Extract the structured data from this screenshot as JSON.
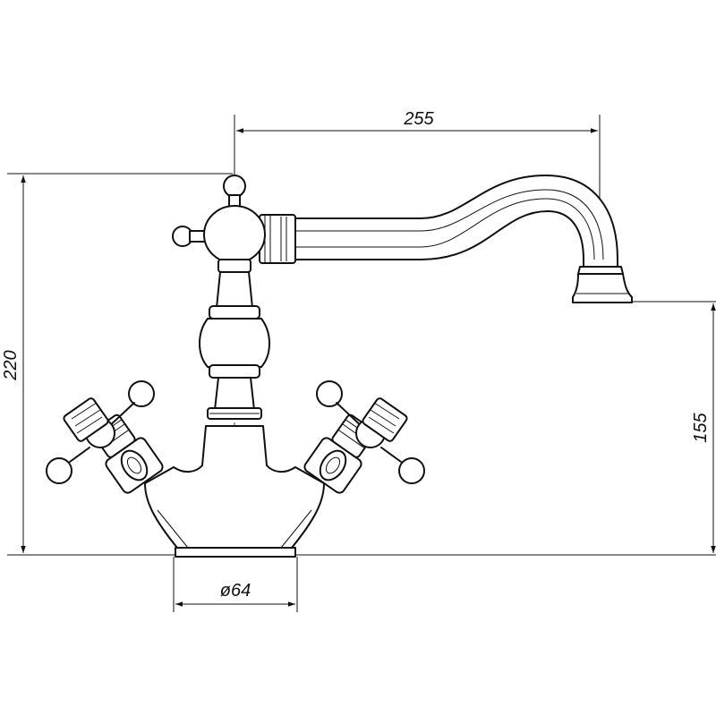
{
  "dimensions": {
    "width_spout": "255",
    "total_height": "220",
    "spout_height": "155",
    "base_diameter": "ø64"
  },
  "colors": {
    "line": "#111111",
    "background": "#ffffff"
  }
}
